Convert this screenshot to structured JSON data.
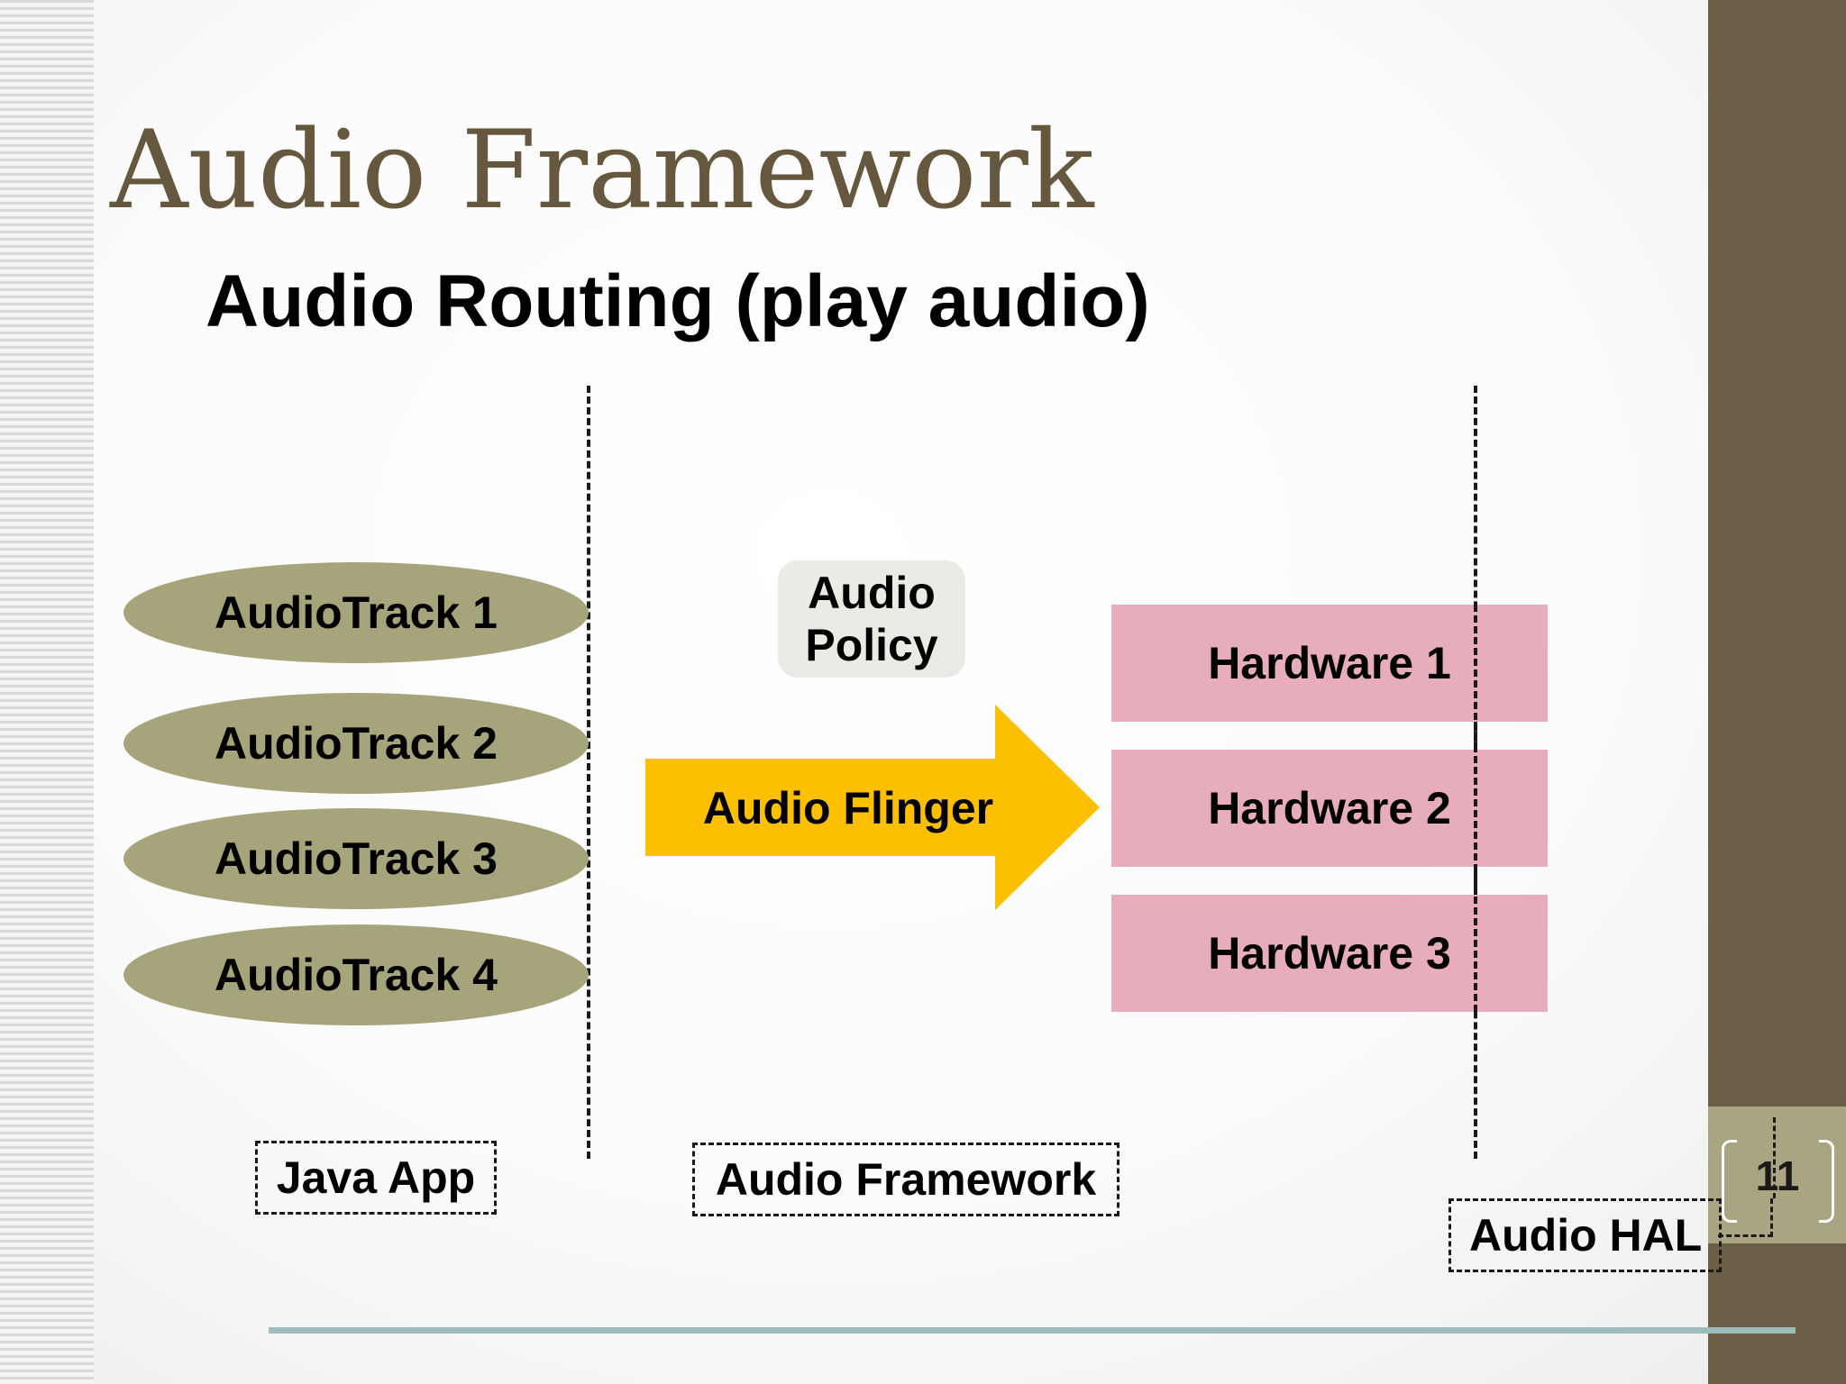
{
  "slide": {
    "title": "Audio Framework",
    "subtitle": "Audio Routing (play audio)",
    "page_number": "11"
  },
  "diagram": {
    "audio_tracks": [
      "AudioTrack 1",
      "AudioTrack 2",
      "AudioTrack 3",
      "AudioTrack 4"
    ],
    "audio_policy": "Audio\nPolicy",
    "audio_flinger": "Audio Flinger",
    "hardware": [
      "Hardware 1",
      "Hardware 2",
      "Hardware 3"
    ],
    "layers": {
      "java_app": "Java App",
      "audio_framework": "Audio Framework",
      "audio_hal": "Audio HAL"
    }
  },
  "colors": {
    "title": "#65583f",
    "audio_track": "#a6a47a",
    "audio_policy": "#ebebe6",
    "audio_flinger_arrow": "#fdc000",
    "hardware": "#e8adbb",
    "right_bar": "#6b5f47",
    "page_box": "#a9a582",
    "bottom_rule": "#9dbcbc"
  }
}
